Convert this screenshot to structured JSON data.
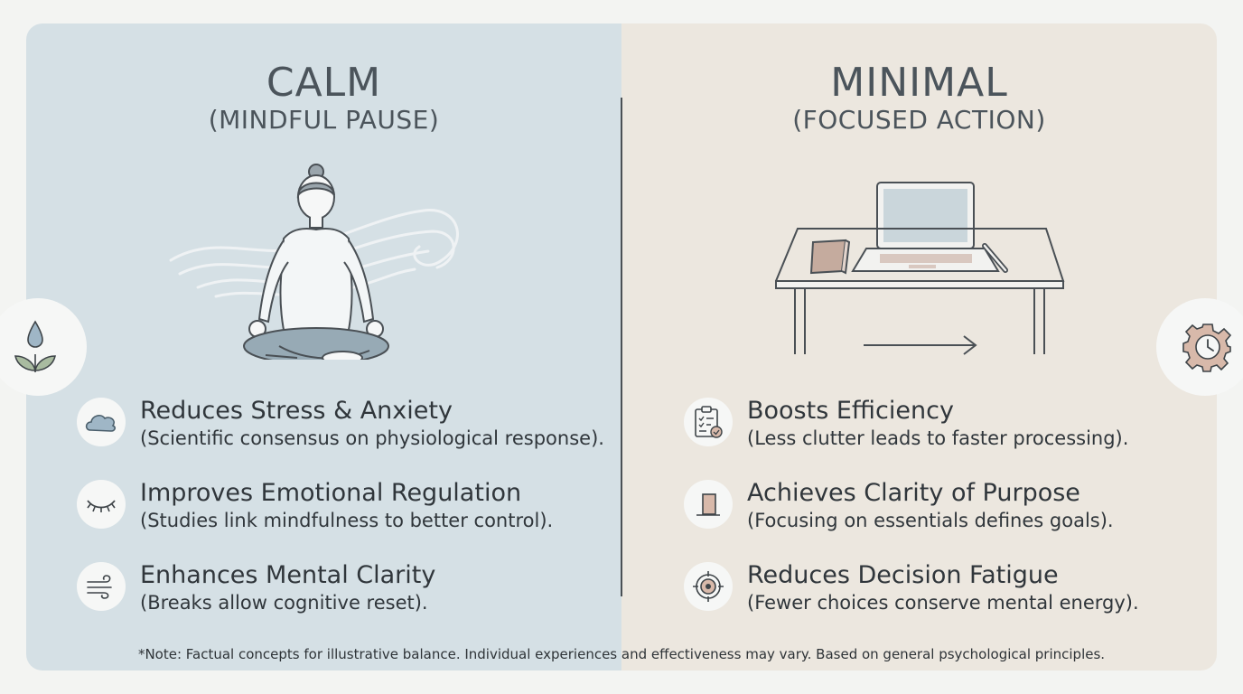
{
  "left": {
    "title": "CALM",
    "subtitle": "(MINDFUL PAUSE)",
    "illustration_icon": "meditating-person-icon",
    "side_icon": "water-drop-sprout-icon",
    "items": [
      {
        "icon": "cloud-icon",
        "heading": "Reduces Stress & Anxiety",
        "description": "(Scientific consensus on physiological response)."
      },
      {
        "icon": "closed-eye-icon",
        "heading": "Improves Emotional Regulation",
        "description": "(Studies link mindfulness to better control)."
      },
      {
        "icon": "wind-icon",
        "heading": "Enhances Mental Clarity",
        "description": "(Breaks allow cognitive reset)."
      }
    ]
  },
  "right": {
    "title": "MINIMAL",
    "subtitle": "(FOCUSED ACTION)",
    "illustration_icon": "desk-laptop-icon",
    "side_icon": "gear-clock-icon",
    "items": [
      {
        "icon": "clipboard-check-icon",
        "heading": "Boosts Efficiency",
        "description": "(Less clutter leads to faster processing)."
      },
      {
        "icon": "doorway-icon",
        "heading": "Achieves Clarity of Purpose",
        "description": "(Focusing on essentials defines goals)."
      },
      {
        "icon": "target-icon",
        "heading": "Reduces Decision Fatigue",
        "description": "(Fewer choices conserve mental energy)."
      }
    ]
  },
  "footer_note": "*Note: Factual concepts for illustrative balance. Individual experiences and effectiveness may vary. Based on general psychological principles.",
  "colors": {
    "calm_panel": "#d5e0e5",
    "minimal_panel": "#ece7df",
    "text": "#30363b",
    "accent_blue": "#8aa6b8",
    "accent_tan": "#b99a8a"
  }
}
